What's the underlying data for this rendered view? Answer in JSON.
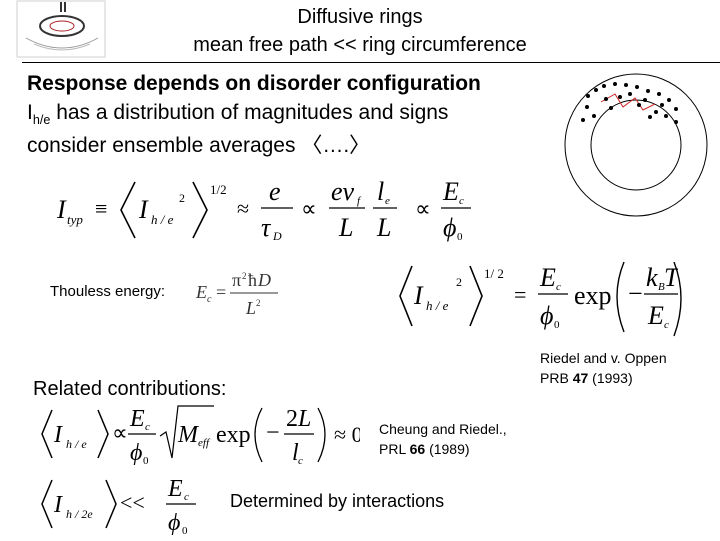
{
  "header": {
    "title_line1": "Diffusive rings",
    "title_line2": "mean free path << ring circumference"
  },
  "bullets": {
    "line1": "Response depends on disorder configuration",
    "line2_prefix": "I",
    "line2_sub": "h/e",
    "line2_rest": " has a distribution of magnitudes and signs",
    "line3": "consider ensemble averages 〈….〉"
  },
  "labels": {
    "thouless": "Thouless energy:",
    "related": "Related contributions:",
    "interactions": "Determined by interactions"
  },
  "refs": {
    "riedel_oppen_line1": "Riedel and v. Oppen",
    "riedel_oppen_prefix": "PRB ",
    "riedel_oppen_vol": "47",
    "riedel_oppen_year": " (1993)",
    "cheung_line1": "Cheung and Riedel.,",
    "cheung_prefix": "PRL ",
    "cheung_vol": "66",
    "cheung_year": " (1989)"
  }
}
